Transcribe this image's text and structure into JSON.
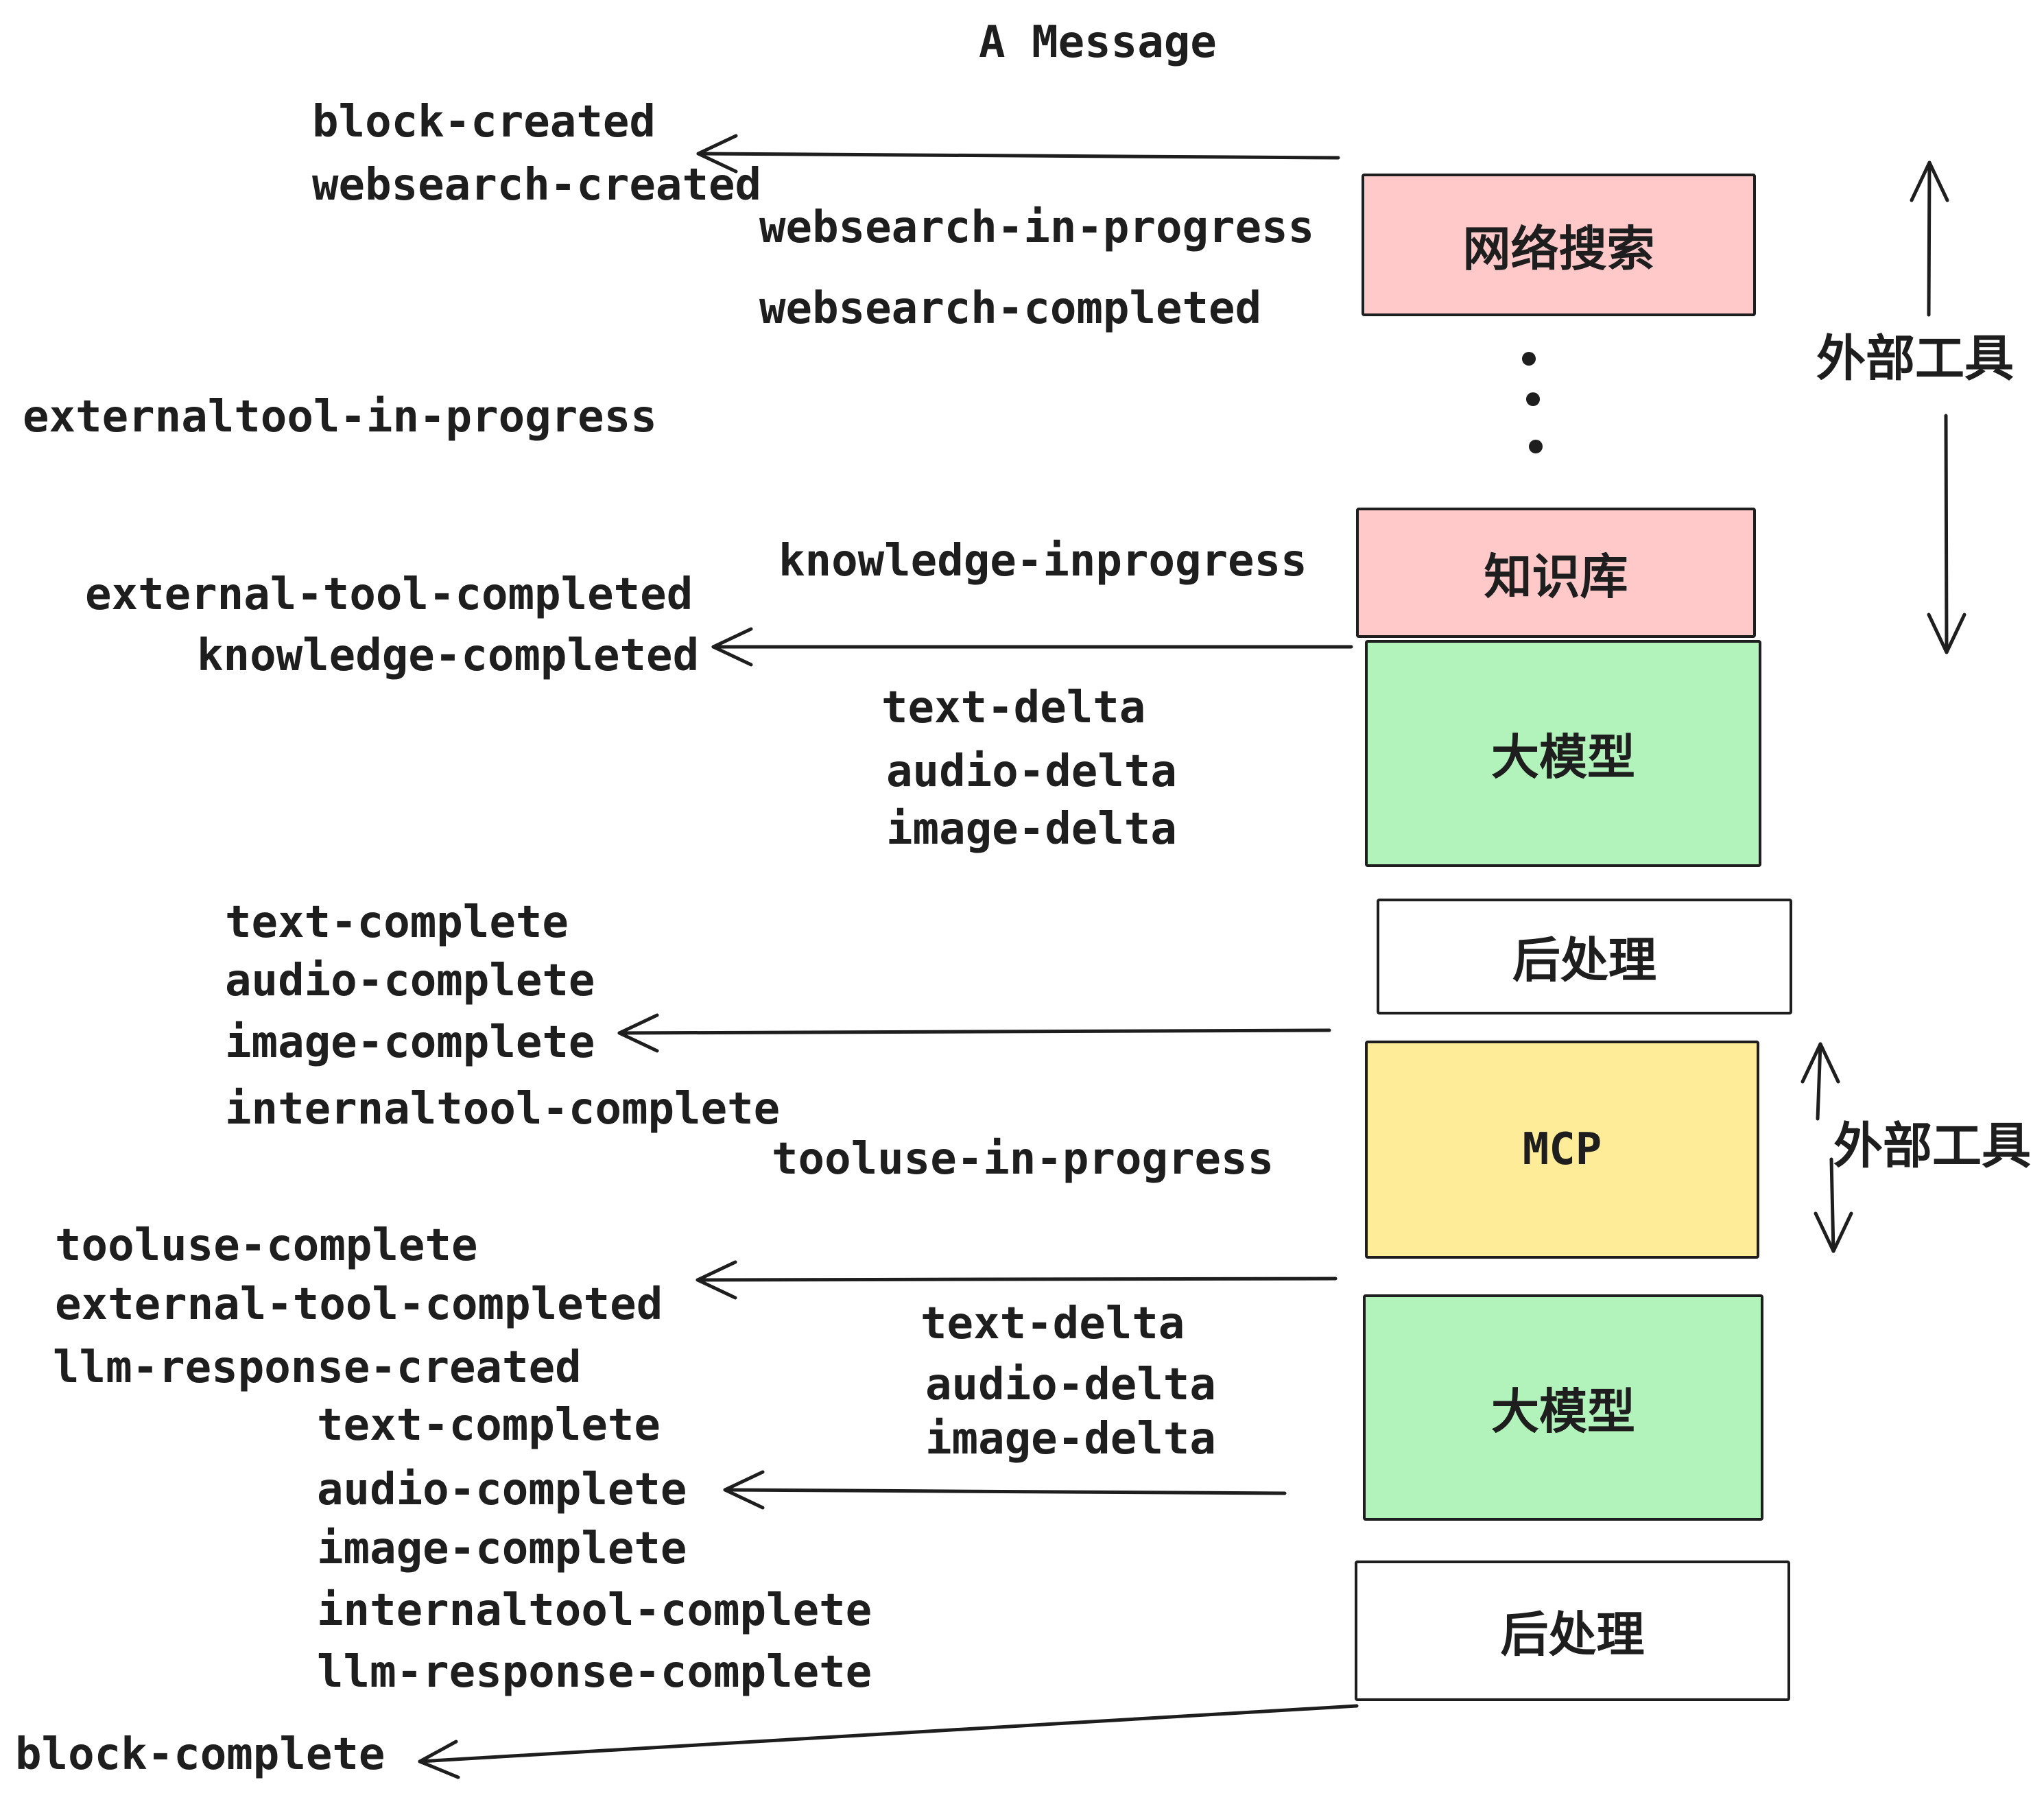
{
  "title": "A Message",
  "boxes": {
    "websearch": "网络搜索",
    "knowledge": "知识库",
    "llm1": "大模型",
    "post1": "后处理",
    "mcp": "MCP",
    "llm2": "大模型",
    "post2": "后处理"
  },
  "side_labels": {
    "external_tools_top": "外部工具",
    "external_tools_bottom": "外部工具"
  },
  "events": {
    "block_created": "block-created",
    "websearch_created": "websearch-created",
    "websearch_in_progress": "websearch-in-progress",
    "websearch_completed": "websearch-completed",
    "externaltool_in_progress": "externaltool-in-progress",
    "knowledge_inprogress": "knowledge-inprogress",
    "external_tool_completed_1": "external-tool-completed",
    "knowledge_completed": "knowledge-completed",
    "text_delta_1": "text-delta",
    "audio_delta_1": "audio-delta",
    "image_delta_1": "image-delta",
    "text_complete_1": "text-complete",
    "audio_complete_1": "audio-complete",
    "image_complete_1": "image-complete",
    "internaltool_complete_1": "internaltool-complete",
    "tooluse_in_progress": "tooluse-in-progress",
    "tooluse_complete": "tooluse-complete",
    "external_tool_completed_2": "external-tool-completed",
    "llm_response_created": "llm-response-created",
    "text_delta_2": "text-delta",
    "audio_delta_2": "audio-delta",
    "image_delta_2": "image-delta",
    "text_complete_2": "text-complete",
    "audio_complete_2": "audio-complete",
    "image_complete_2": "image-complete",
    "internaltool_complete_2": "internaltool-complete",
    "llm_response_complete": "llm-response-complete",
    "block_complete": "block-complete"
  },
  "colors": {
    "box_pink": "#ffc9c9",
    "box_green": "#b2f2bb",
    "box_yellow": "#ffec99",
    "box_white": "#ffffff",
    "ink": "#1e1e1e"
  }
}
